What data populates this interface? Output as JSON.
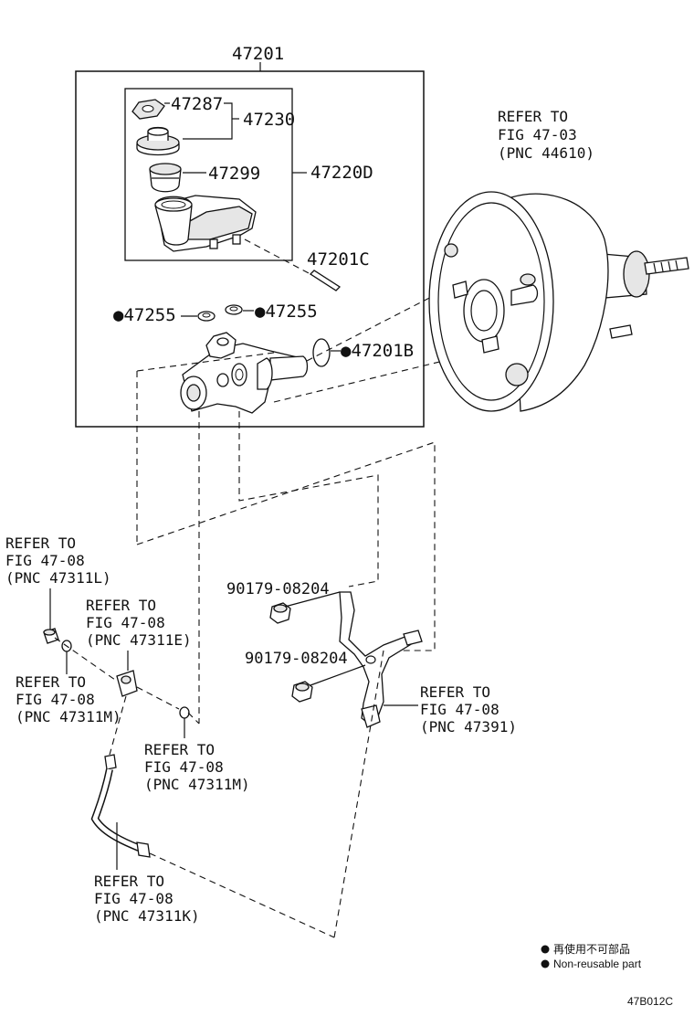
{
  "labels": {
    "p47201": "47201",
    "p47287": "47287",
    "p47230": "47230",
    "p47299": "47299",
    "p47220D": "47220D",
    "p47201C": "47201C",
    "p47255_left": "●47255",
    "p47255_right": "●47255",
    "p47201B": "●47201B",
    "p90179_a": "90179-08204",
    "p90179_b": "90179-08204"
  },
  "refs": {
    "r44610": [
      "REFER TO",
      "FIG 47-03",
      "(PNC 44610)"
    ],
    "r47311L": [
      "REFER TO",
      "FIG 47-08",
      "(PNC 47311L)"
    ],
    "r47311E": [
      "REFER TO",
      "FIG 47-08",
      "(PNC 47311E)"
    ],
    "r47311M_a": [
      "REFER TO",
      "FIG 47-08",
      "(PNC 47311M)"
    ],
    "r47311M_b": [
      "REFER TO",
      "FIG 47-08",
      "(PNC 47311M)"
    ],
    "r47391": [
      "REFER TO",
      "FIG 47-08",
      "(PNC 47391)"
    ],
    "r47311K": [
      "REFER TO",
      "FIG 47-08",
      "(PNC 47311K)"
    ]
  },
  "legend": {
    "jp": "再使用不可部品",
    "en": "Non-reusable part"
  },
  "figure_code": "47B012C"
}
